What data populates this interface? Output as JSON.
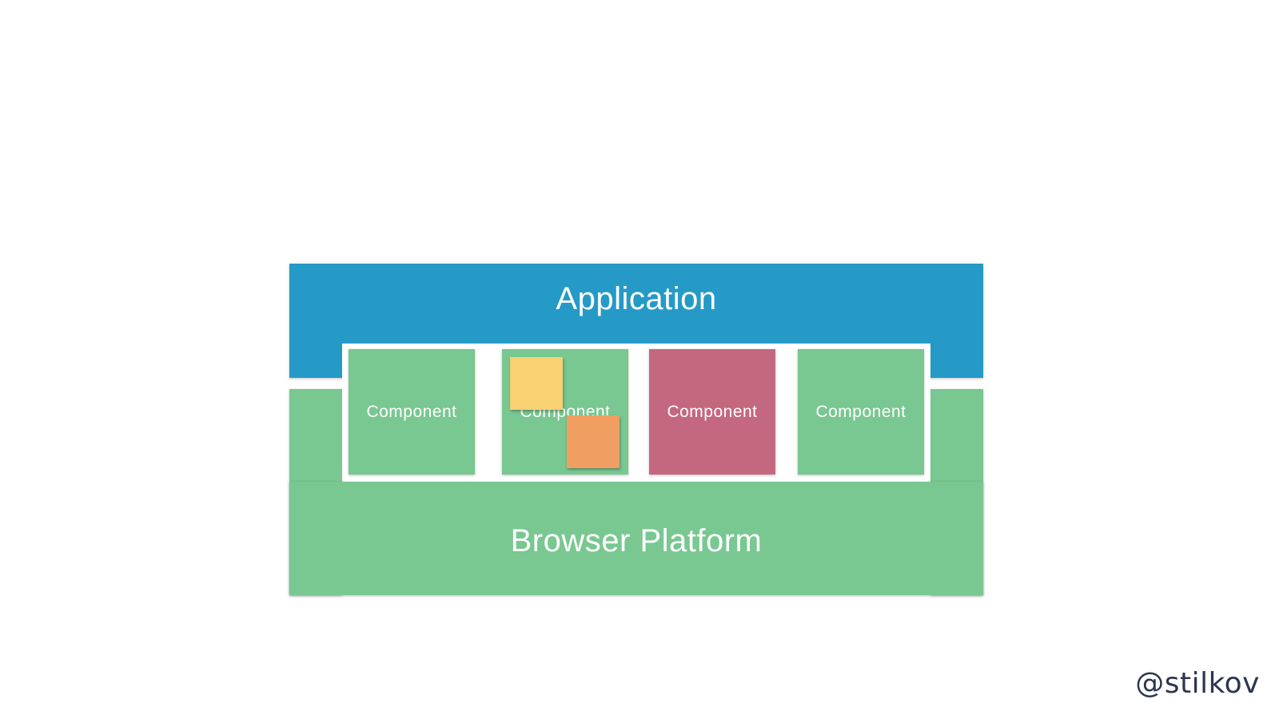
{
  "diagram": {
    "application": {
      "label": "Application",
      "color": "#259ac7"
    },
    "browser_platform": {
      "label": "Browser Platform",
      "color": "#79c791"
    },
    "components": [
      {
        "label": "Component",
        "color": "#79c791"
      },
      {
        "label": "Component",
        "color": "#79c791",
        "stickies": [
          "#f7d172",
          "#f09e62"
        ]
      },
      {
        "label": "Component",
        "color": "#c4687f"
      },
      {
        "label": "Component",
        "color": "#79c791"
      }
    ]
  },
  "footer": {
    "handle": "@stilkov"
  }
}
